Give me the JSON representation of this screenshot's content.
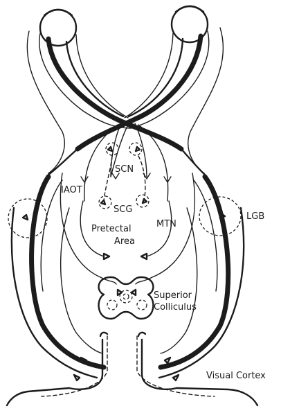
{
  "labels": {
    "scn": "SCN",
    "iaot": "IAOT",
    "scg": "SCG",
    "mtn": "MTN",
    "pretectal": "Pretectal",
    "area": "Area",
    "lgb": "LGB",
    "superior": "Superior",
    "colliculus": "Colliculus",
    "visual_cortex": "Visual Cortex"
  }
}
